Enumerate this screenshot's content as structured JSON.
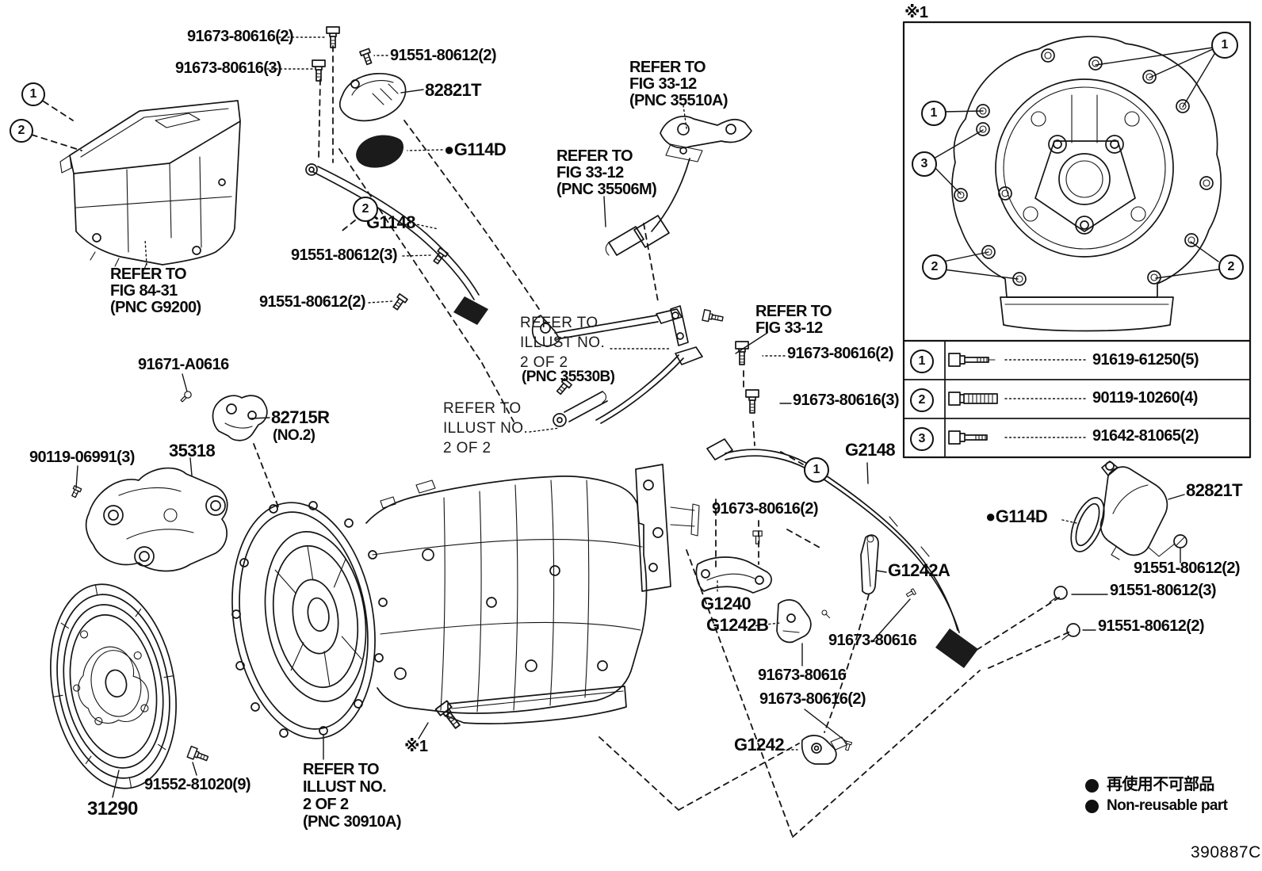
{
  "doc": {
    "code": "390887C",
    "ink_color": "#141414",
    "paper_color": "#ffffff"
  },
  "legend": {
    "jp": "再使用不可部品",
    "en": "Non-reusable part"
  },
  "bolt_table": {
    "rows": [
      {
        "num": "1",
        "part": "91619-61250(5)"
      },
      {
        "num": "2",
        "part": "90119-10260(4)"
      },
      {
        "num": "3",
        "part": "91642-81065(2)"
      }
    ]
  },
  "callouts": [
    {
      "num": "1"
    },
    {
      "num": "2"
    },
    {
      "num": "2"
    },
    {
      "num": "1"
    },
    {
      "num": "1"
    },
    {
      "num": "1"
    },
    {
      "num": "3"
    },
    {
      "num": "2"
    },
    {
      "num": "2"
    }
  ],
  "labels": [
    {
      "text": "91673-80616(2)"
    },
    {
      "text": "91673-80616(3)"
    },
    {
      "text": "91551-80612(2)"
    },
    {
      "text": "82821T"
    },
    {
      "text": "●G114D"
    },
    {
      "text": "G1148"
    },
    {
      "text": "91551-80612(3)"
    },
    {
      "text": "91551-80612(2)"
    },
    {
      "text": "REFER TO\nFIG 84-31\n(PNC G9200)"
    },
    {
      "text": "91671-A0616"
    },
    {
      "text": "82715R"
    },
    {
      "text": "(NO.2)"
    },
    {
      "text": "35318"
    },
    {
      "text": "90119-06991(3)"
    },
    {
      "text": "REFER TO\nFIG 33-12\n(PNC 35510A)"
    },
    {
      "text": "REFER TO\nFIG 33-12\n(PNC 35506M)"
    },
    {
      "text": "REFER TO\nILLUST NO.\n2 OF 2"
    },
    {
      "text": "(PNC 35530B)"
    },
    {
      "text": "REFER TO\nILLUST NO.\n2 OF 2"
    },
    {
      "text": "REFER TO\nFIG 33-12"
    },
    {
      "text": "91673-80616(2)"
    },
    {
      "text": "91673-80616(3)"
    },
    {
      "text": "G2148"
    },
    {
      "text": "91673-80616(2)"
    },
    {
      "text": "G1242A"
    },
    {
      "text": "G1240"
    },
    {
      "text": "G1242B"
    },
    {
      "text": "91673-80616"
    },
    {
      "text": "91673-80616"
    },
    {
      "text": "91673-80616(2)"
    },
    {
      "text": "G1242"
    },
    {
      "text": "82821T"
    },
    {
      "text": "●G114D"
    },
    {
      "text": "91551-80612(2)"
    },
    {
      "text": "91551-80612(3)"
    },
    {
      "text": "91551-80612(2)"
    },
    {
      "text": "31290"
    },
    {
      "text": "91552-81020(9)"
    },
    {
      "text": "REFER TO\nILLUST NO.\n2 OF 2\n(PNC 30910A)"
    },
    {
      "text": "※1"
    },
    {
      "text": "※1"
    }
  ]
}
